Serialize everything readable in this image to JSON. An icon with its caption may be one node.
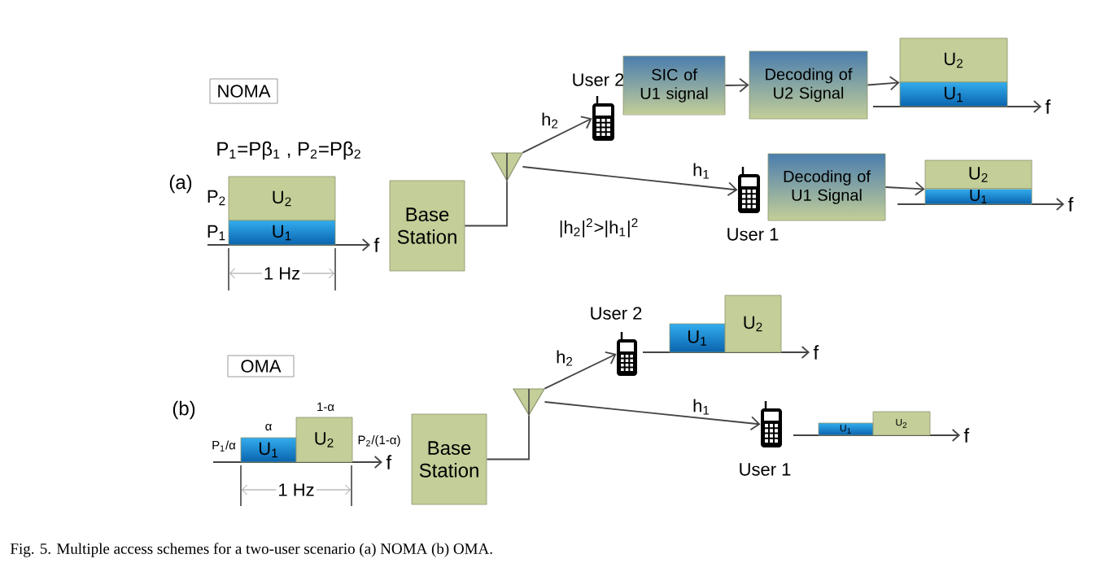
{
  "diagram": {
    "caption": "Fig. 5. Multiple access schemes for a two-user scenario (a) NOMA (b) OMA.",
    "nodes": [
      {
        "text": [
          "NOMA"
        ]
      },
      {
        "text": [
          "U$_{2}$"
        ]
      },
      {
        "text": [
          "U$_{1}$"
        ]
      },
      {
        "text": [
          "Base Station"
        ]
      },
      {
        "text": [],
        "shape": "antenna"
      },
      {
        "text": [],
        "shape": "phone",
        "beside": [
          "User 2"
        ]
      },
      {
        "text": [
          "SIC of U1 signal"
        ]
      },
      {
        "text": [
          "Decoding of U2 Signal"
        ]
      },
      {
        "text": [
          "U$_{2}$"
        ]
      },
      {
        "text": [
          "U$_{1}$"
        ]
      },
      {
        "text": [],
        "shape": "phone",
        "beside": [
          "User 1"
        ]
      },
      {
        "text": [
          "Decoding of U1 Signal"
        ]
      },
      {
        "text": [
          "U$_{2}$"
        ]
      },
      {
        "text": [
          "U$_{1}$"
        ]
      },
      {
        "text": [
          "OMA"
        ]
      },
      {
        "text": [
          "U$_{1}$"
        ],
        "beside": [
          "α"
        ]
      },
      {
        "text": [
          "U$_{2}$"
        ],
        "beside": [
          "1-α"
        ]
      },
      {
        "text": [
          "Base Station"
        ]
      },
      {
        "text": [],
        "shape": "antenna"
      },
      {
        "text": [],
        "shape": "phone",
        "beside": [
          "User 2"
        ]
      },
      {
        "text": [
          "U$_{1}$"
        ]
      },
      {
        "text": [
          "U$_{2}$"
        ]
      },
      {
        "text": [],
        "shape": "phone",
        "beside": [
          "User 1"
        ]
      },
      {
        "text": [
          "U$_{1}$"
        ]
      },
      {
        "text": [
          "U$_{2}$"
        ]
      }
    ],
    "edges": [
      {
        "from": 3,
        "to": 4,
        "arrow": "none"
      },
      {
        "from": 4,
        "to": 5,
        "arrow": "to",
        "label": "h$_{2}$"
      },
      {
        "from": 4,
        "to": 10,
        "arrow": "to",
        "label": "h$_{1}$"
      },
      {
        "from": 6,
        "to": 7,
        "arrow": "to"
      },
      {
        "from": 7,
        "to": 8,
        "arrow": "to"
      },
      {
        "from": 11,
        "to": 12,
        "arrow": "to"
      },
      {
        "from": 17,
        "to": 18,
        "arrow": "none"
      },
      {
        "from": 18,
        "to": 19,
        "arrow": "to",
        "label": "h$_{2}$"
      },
      {
        "from": 18,
        "to": 22,
        "arrow": "to",
        "label": "h$_{1}$"
      }
    ],
    "labels": [
      "(a)",
      "P$_{1}$=Pβ$_{1}$ , P$_{2}$=Pβ$_{2}$",
      "P$_{2}$",
      "P$_{1}$",
      "f",
      "1 Hz",
      "|h$_{2}$|$^{2}$>|h$_{1}$|$^{2}$",
      "f",
      "f",
      "(b)",
      "P$_{1}$/α",
      "P$_{2}$/(1-α)",
      "f",
      "1 Hz",
      "f",
      "f"
    ]
  }
}
